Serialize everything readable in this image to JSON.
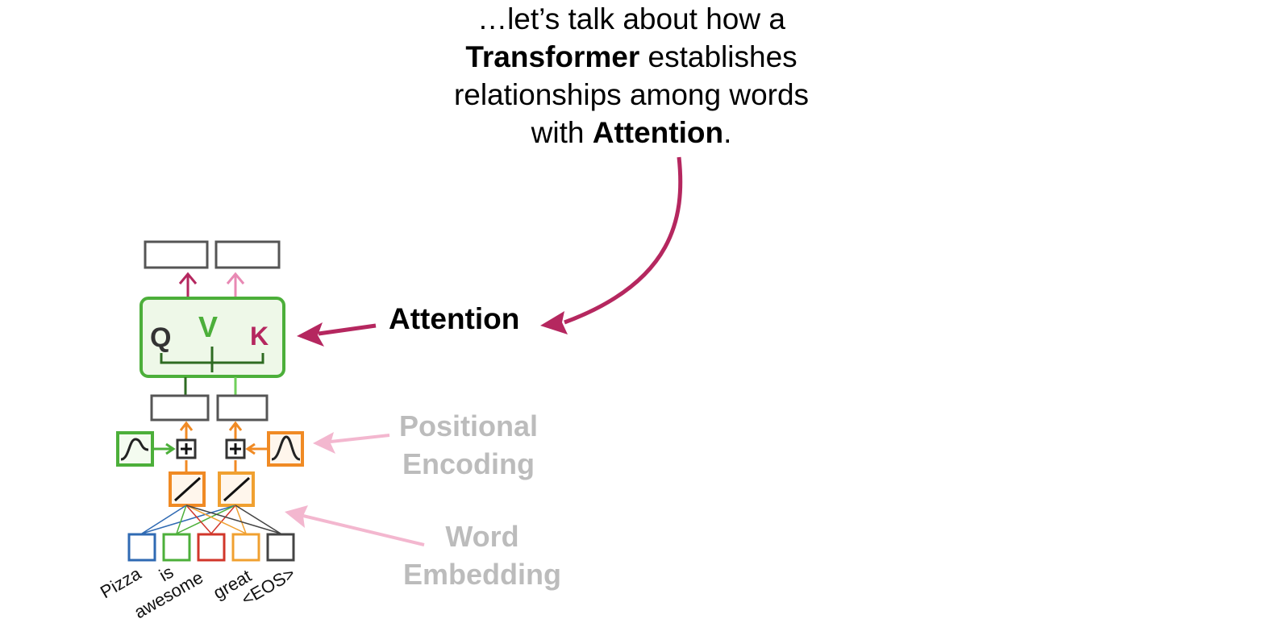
{
  "caption": {
    "line1": "…let’s talk about how a",
    "line2_bold": "Transformer",
    "line2_rest": " establishes",
    "line3": "relationships among words",
    "line4_pre": "with ",
    "line4_bold": "Attention",
    "line4_post": "."
  },
  "labels": {
    "attention": "Attention",
    "positional": [
      "Positional",
      "Encoding"
    ],
    "embedding": [
      "Word",
      "Embedding"
    ]
  },
  "attention_block": {
    "q": "Q",
    "v": "V",
    "k": "K"
  },
  "plus_sign": "+",
  "tokens": [
    "Pizza",
    "is",
    "awesome",
    "great",
    "<EOS>"
  ],
  "colors": {
    "magenta": "#b5275f",
    "pink": "#f3b7cf",
    "green": "#4caf3a",
    "dark_green": "#2e6b22",
    "orange": "#f08a24",
    "gray_label": "#bcbcbc",
    "token_colors": [
      "#2f6ab3",
      "#4caf3a",
      "#d1362a",
      "#f0a030",
      "#444444"
    ]
  }
}
